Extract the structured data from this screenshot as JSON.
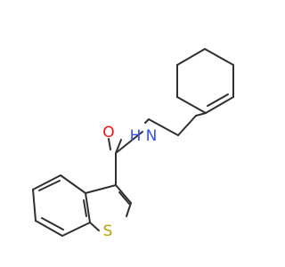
{
  "molecule": {
    "atoms": {
      "oxygen": {
        "symbol": "O",
        "color": "#ff0d0d"
      },
      "nitrogen_h": {
        "symbol": "H",
        "color": "#3050f8"
      },
      "nitrogen": {
        "symbol": "N",
        "color": "#3050f8"
      },
      "sulfur": {
        "symbol": "S",
        "color": "#b8a200"
      }
    },
    "bond_color": "#303030"
  }
}
